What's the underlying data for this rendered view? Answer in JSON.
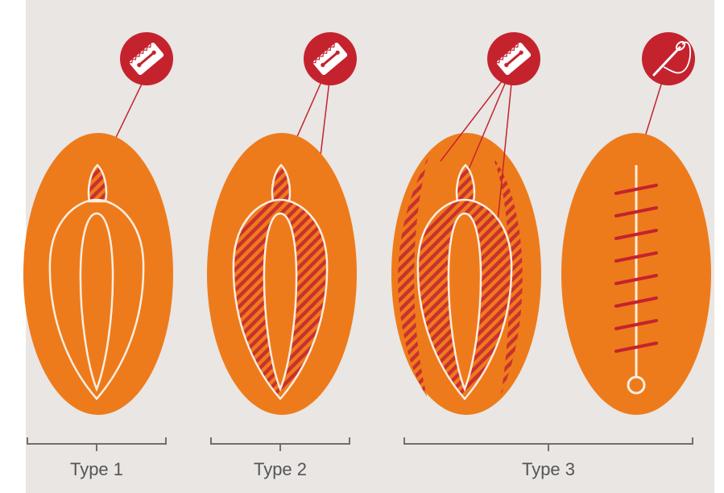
{
  "diagram": {
    "labels": {
      "type1": "Type 1",
      "type2": "Type 2",
      "type3": "Type 3"
    },
    "icons": {
      "panel1": "razor-blade-icon",
      "panel2": "razor-blade-icon",
      "panel3": "razor-blade-icon",
      "panel4": "needle-thread-icon"
    },
    "colors": {
      "background": "#e9e6e4",
      "oval": "#ee7b1b",
      "badge": "#c4232e",
      "hatch": "#c9312f",
      "outline": "#fbeee2",
      "bracket": "#6f6f6f"
    }
  }
}
